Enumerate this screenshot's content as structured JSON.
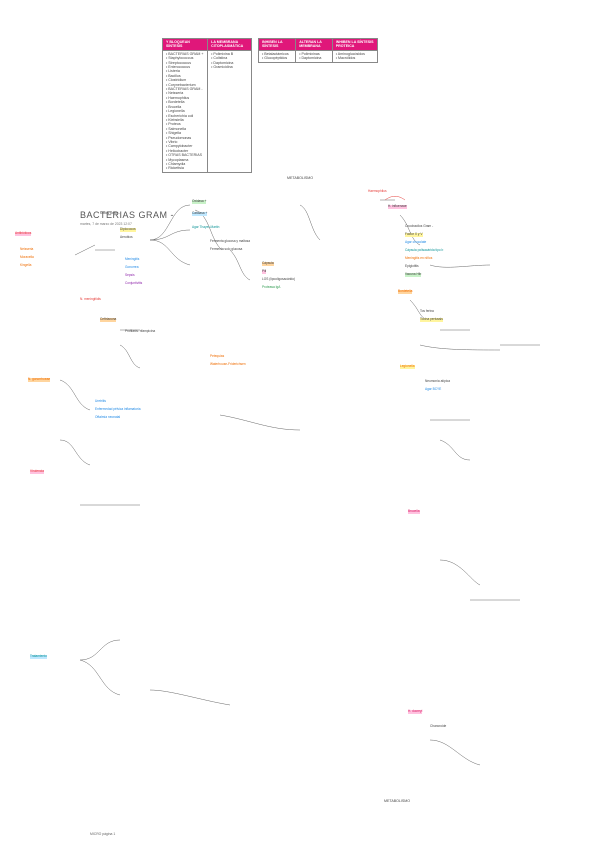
{
  "table_left": {
    "headers": [
      "Y BLOQUEAN SÍNTESIS",
      "LA MEMBRANA CITOPLASMÁTICA"
    ],
    "col1": [
      "• BACTERIAS GRAM +",
      "• Staphylococcus",
      "• Streptococcus",
      "• Enterococcus",
      "• Listeria",
      "• Bacillus",
      "• Clostridium",
      "• Corynebacterium",
      "• BACTERIAS GRAM -",
      "• Neisseria",
      "• Haemophilus",
      "• Bordetella",
      "• Brucella",
      "• Legionella",
      "• Escherichia coli",
      "• Klebsiella",
      "• Proteus",
      "• Salmonella",
      "• Shigella",
      "• Pseudomonas",
      "• Vibrio",
      "• Campylobacter",
      "• Helicobacter",
      "• OTRAS BACTERIAS",
      "• Mycoplasma",
      "• Chlamydia",
      "• Rickettsia"
    ],
    "col2": [
      "• Polimixina B",
      "• Colistina",
      "• Daptomicina",
      "• Gramicidina"
    ]
  },
  "table_right": {
    "headers": [
      "INHIBEN LA SÍNTESIS",
      "ALTERAN LA MEMBRANA",
      "INHIBEN LA SÍNTESIS PROTEICA"
    ],
    "col1": [
      "• Betalactámicos",
      "• Glucopéptidos"
    ],
    "col2": [
      "• Polimixinas",
      "• Daptomicina"
    ],
    "col3": [
      "• Aminoglucósidos",
      "• Macrólidos"
    ]
  },
  "title": "BACTERIAS GRAM -",
  "subtitle": "martes, 7 de marzo de 2023    12:07",
  "footer": "MICRO página 1",
  "labels": {
    "top_right_label": "METABOLISMO",
    "bottom_right_label": "METABOLISMO",
    "left_intro": "Antibióticos",
    "left_genus_1": "Neisseria",
    "left_genus_2": "Moraxella",
    "left_genus_3": "Kingella",
    "center_morph_1": "Cocos Gram -",
    "center_morph_2": "Diplococos",
    "center_morph_3": "Aerobios",
    "center_path_1": "Meningitis",
    "center_path_2": "Gonorrea",
    "center_path_3": "Sepsis",
    "center_path_4": "Conjuntivitis",
    "section_1": "N. meningitidis",
    "section_2": "N. gonorrhoeae",
    "section_3": "Virulencia",
    "section_4": "Tratamiento",
    "right_head_1": "Haemophilus",
    "right_head_2": "H. influenzae",
    "right_head_3": "Bordetella",
    "right_head_4": "Legionella",
    "right_head_5": "Brucella",
    "right_head_6": "H. ducreyi",
    "right_note_1": "Cocobacilos Gram -",
    "right_note_2": "Factor X y V",
    "right_note_3": "Agar chocolate",
    "right_note_4": "Cápsula polisacárida tipo b",
    "right_note_5": "Meningitis en niños",
    "right_note_6": "Epiglotitis",
    "right_note_7": "Vacuna Hib",
    "right_note_8": "Tos ferina",
    "right_note_9": "Toxina pertussis",
    "right_note_10": "Neumonía atípica",
    "right_note_11": "Agar BCYE",
    "right_note_12": "Chancroide",
    "mid_note_1": "Oxidasa +",
    "mid_note_2": "Catalasa +",
    "mid_note_3": "Agar Thayer-Martin",
    "mid_note_4": "Fermenta glucosa y maltosa",
    "mid_note_5": "Fermenta solo glucosa",
    "mid_note_6": "Cápsula",
    "mid_note_7": "Pili",
    "mid_note_8": "LOS (lipooligosacárido)",
    "mid_note_9": "Proteasa IgA",
    "mid_note_10": "Ceftriaxona",
    "mid_note_11": "Profilaxis: rifampicina",
    "mid_note_12": "Petequias",
    "mid_note_13": "Waterhouse-Friderichsen",
    "mid_note_14": "Uretritis",
    "mid_note_15": "Enfermedad pélvica inflamatoria",
    "mid_note_16": "Oftalmía neonatal"
  },
  "colors": {
    "header_pink": "#e0177a",
    "hl_orange": "#ffd59e",
    "hl_pink": "#ffc2e0",
    "hl_blue": "#bfe8ff",
    "hl_green": "#c8f2c8",
    "hl_yellow": "#fff59e"
  }
}
